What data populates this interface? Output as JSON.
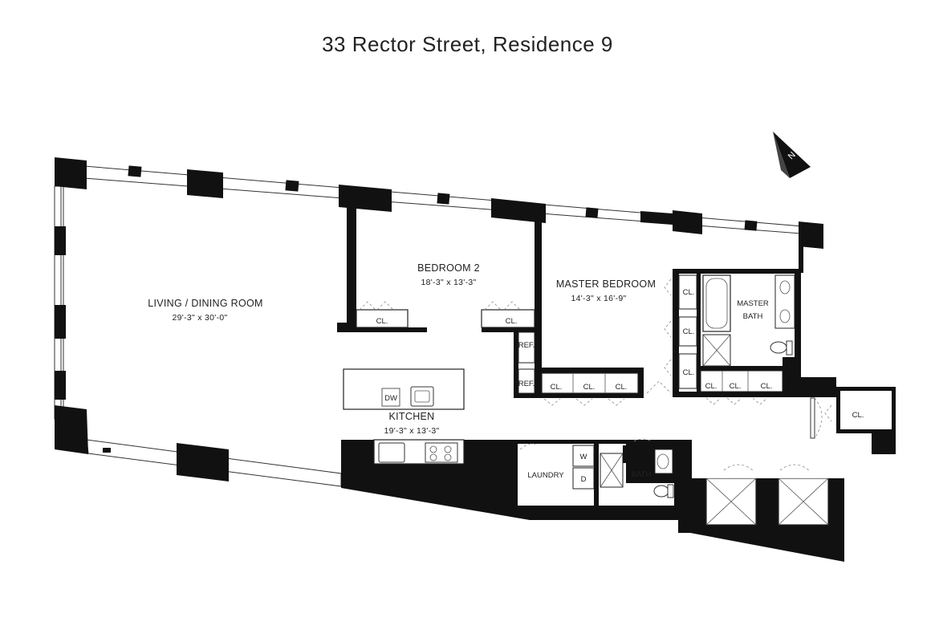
{
  "title": "33 Rector Street, Residence 9",
  "rooms": {
    "living": {
      "name": "LIVING / DINING ROOM",
      "dims": "29'-3\" x 30'-0\""
    },
    "bedroom2": {
      "name": "BEDROOM 2",
      "dims": "18'-3\" x 13'-3\""
    },
    "master": {
      "name": "MASTER BEDROOM",
      "dims": "14'-3\" x 16'-9\""
    },
    "master_bath_1": "MASTER",
    "master_bath_2": "BATH",
    "kitchen": {
      "name": "KITCHEN",
      "dims": "19'-3\" x 13'-3\""
    },
    "laundry": "LAUNDRY",
    "bath": "BATH"
  },
  "fixtures": {
    "closet": "CL.",
    "ref": "REF.",
    "dw": "DW",
    "washer": "W",
    "dryer": "D"
  },
  "compass": {
    "icon": "north-arrow-icon",
    "letter": "N"
  }
}
